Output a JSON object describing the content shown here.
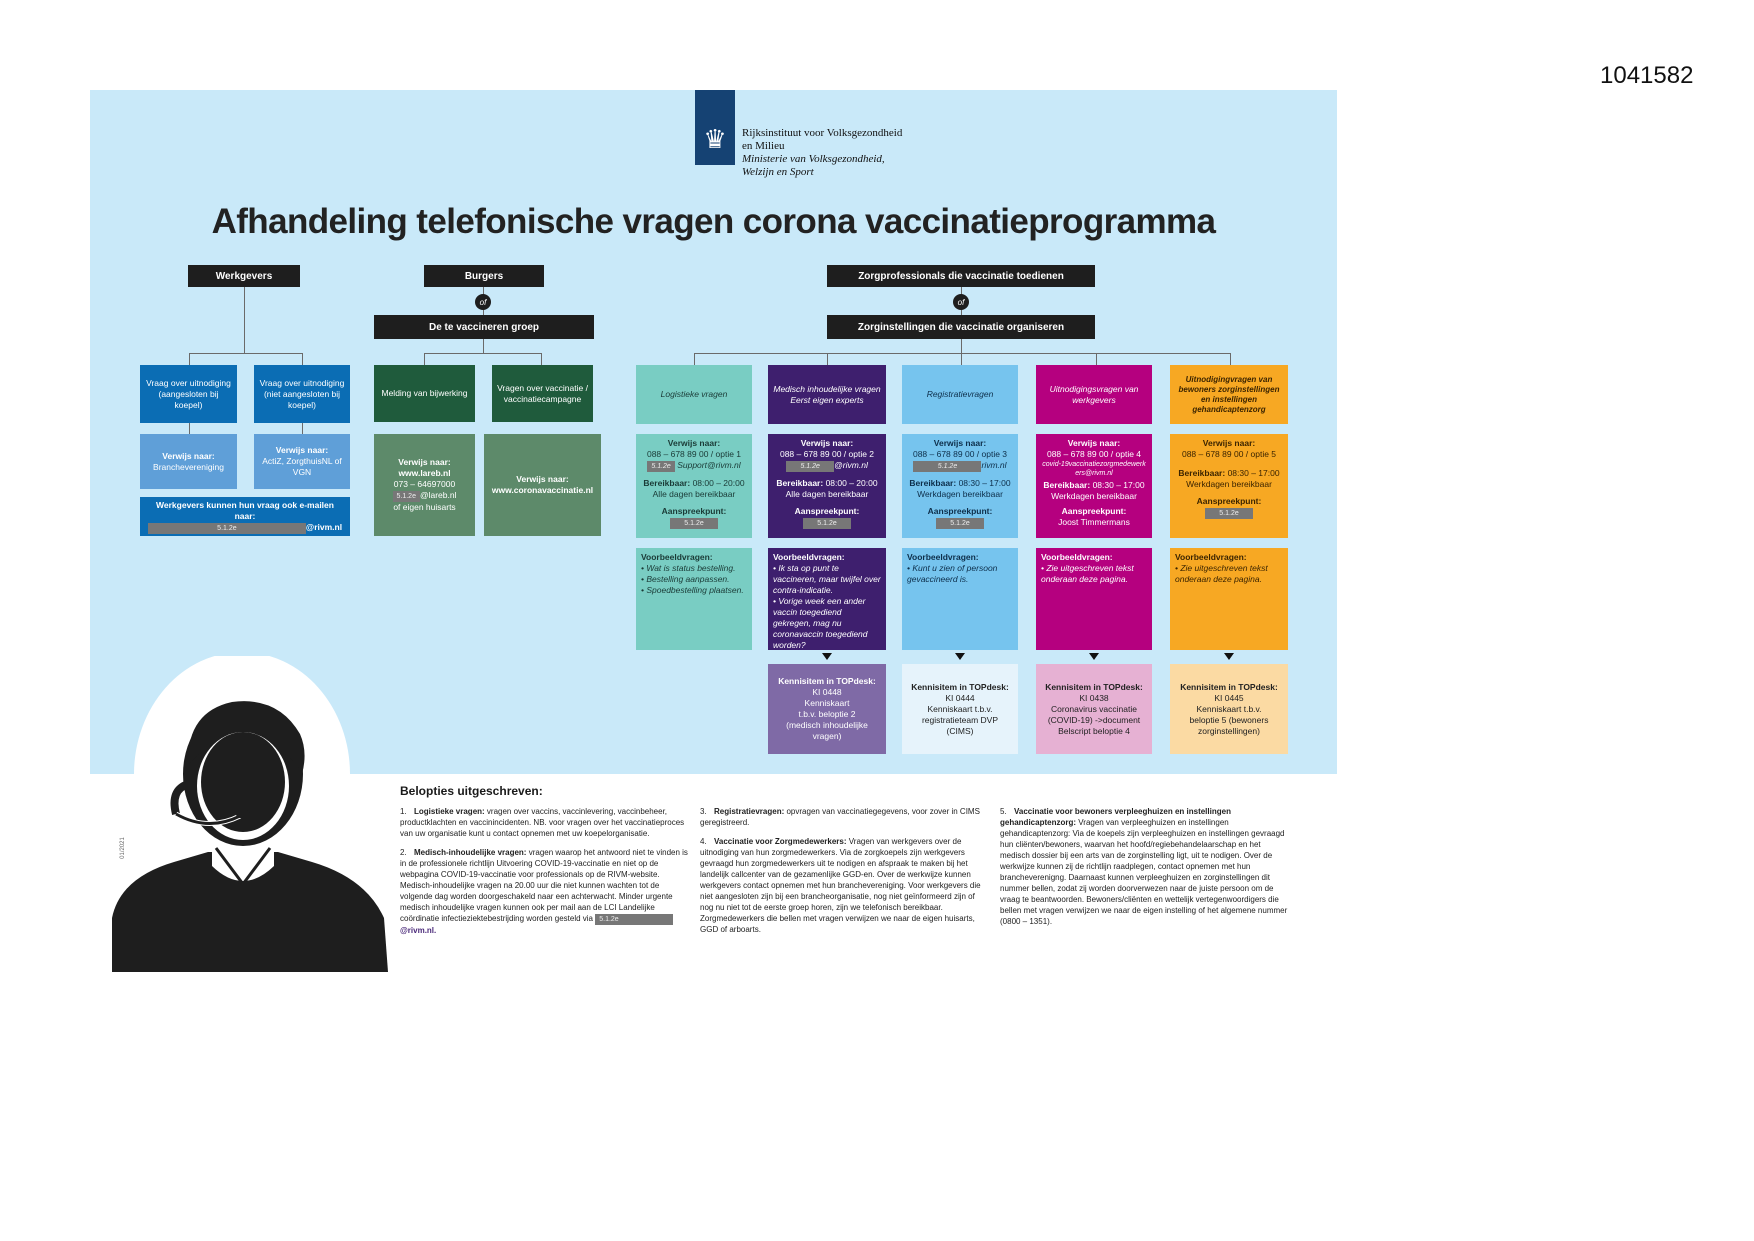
{
  "document_number": "1041582",
  "logo": {
    "line1": "Rijksinstituut voor Volksgezondheid",
    "line2": "en Milieu",
    "line3": "Ministerie van Volksgezondheid,",
    "line4": "Welzijn en Sport"
  },
  "title": "Afhandeling telefonische vragen corona vaccinatieprogramma",
  "headers": {
    "werkgevers": "Werkgevers",
    "burgers": "Burgers",
    "te_vaccineren": "De te vaccineren groep",
    "zorgprofessionals": "Zorgprofessionals die vaccinatie toedienen",
    "zorginstellingen": "Zorginstellingen die vaccinatie organiseren",
    "of": "of"
  },
  "werkgevers": {
    "box1": "Vraag over uitnodiging (aangesloten bij koepel)",
    "box2": "Vraag over uitnodiging (niet aangesloten bij koepel)",
    "ref1_label": "Verwijs naar:",
    "ref1_value": "Branchevereniging",
    "ref2_label": "Verwijs naar:",
    "ref2_value": "ActiZ, ZorgthuisNL of VGN",
    "mail_text": "Werkgevers kunnen hun vraag ook e-mailen naar:",
    "mail_redact": "5.1.2e",
    "mail_domain": "@rivm.nl"
  },
  "burgers": {
    "box1": "Melding van bijwerking",
    "box2": "Vragen over vaccinatie / vaccinatiecampagne",
    "ref1_label": "Verwijs naar:",
    "ref1_l1": "www.lareb.nl",
    "ref1_l2": "073 – 64697000",
    "ref1_l3": "@lareb.nl",
    "ref1_redact": "5.1.2e",
    "ref1_l4": "of eigen huisarts",
    "ref2_label": "Verwijs naar:",
    "ref2_value": "www.coronavaccinatie.nl"
  },
  "options": [
    {
      "title": "Logistieke vragen",
      "ref_label": "Verwijs naar:",
      "ref_value": "088 – 678 89 00 / optie 1",
      "ref_extra": "Support@rivm.nl",
      "ref_redact": "5.1.2e",
      "reach_label": "Bereikbaar:",
      "reach_value": "08:00 – 20:00",
      "reach_extra": "Alle dagen bereikbaar",
      "contact_label": "Aanspreekpunt:",
      "contact_value": "5.1.2e",
      "examples_label": "Voorbeeldvragen:",
      "examples": [
        "• Wat is status bestelling.",
        "• Bestelling aanpassen.",
        "• Spoedbestelling plaatsen."
      ]
    },
    {
      "title": "Medisch inhoudelijke vragen Eerst eigen experts",
      "ref_label": "Verwijs naar:",
      "ref_value": "088 – 678 89 00 / optie 2",
      "ref_extra": "@rivm.nl",
      "ref_redact": "5.1.2e",
      "reach_label": "Bereikbaar:",
      "reach_value": "08:00 – 20:00",
      "reach_extra": "Alle dagen bereikbaar",
      "contact_label": "Aanspreekpunt:",
      "contact_value": "5.1.2e",
      "examples_label": "Voorbeeldvragen:",
      "examples": [
        "• Ik sta op punt te vaccineren, maar twijfel over contra-indicatie.",
        "• Vorige week een ander vaccin toegediend gekregen, mag nu coronavaccin toegediend worden?"
      ],
      "kennis_title": "Kennisitem in TOPdesk:",
      "kennis_lines": [
        "KI 0448",
        "Kenniskaart",
        "t.b.v. beloptie 2",
        "(medisch inhoudelijke vragen)"
      ]
    },
    {
      "title": "Registratievragen",
      "ref_label": "Verwijs naar:",
      "ref_value": "088 – 678 89 00 / optie 3",
      "ref_extra": "rivm.nl",
      "ref_redact": "5.1.2e",
      "reach_label": "Bereikbaar:",
      "reach_value": "08:30 – 17:00",
      "reach_extra": "Werkdagen bereikbaar",
      "contact_label": "Aanspreekpunt:",
      "contact_value": "5.1.2e",
      "examples_label": "Voorbeeldvragen:",
      "examples": [
        "• Kunt u zien of persoon gevaccineerd is."
      ],
      "kennis_title": "Kennisitem in TOPdesk:",
      "kennis_lines": [
        "KI 0444",
        "Kenniskaart t.b.v.",
        "registratieteam DVP",
        "(CIMS)"
      ]
    },
    {
      "title": "Uitnodigingsvragen van werkgevers",
      "ref_label": "Verwijs naar:",
      "ref_value": "088 – 678 89 00 / optie 4",
      "ref_extra": "covid-19vaccinatiezorgmedewerkers@rivm.nl",
      "reach_label": "Bereikbaar:",
      "reach_value": "08:30 – 17:00",
      "reach_extra": "Werkdagen bereikbaar",
      "contact_label": "Aanspreekpunt:",
      "contact_value": "Joost Timmermans",
      "examples_label": "Voorbeeldvragen:",
      "examples": [
        "• Zie uitgeschreven tekst onderaan deze pagina."
      ],
      "kennis_title": "Kennisitem in TOPdesk:",
      "kennis_lines": [
        "KI 0438",
        "Coronavirus vaccinatie",
        "(COVID-19) ->document",
        "Belscript beloptie 4"
      ]
    },
    {
      "title": "Uitnodigingvragen van bewoners zorginstellingen en instellingen gehandicaptenzorg",
      "ref_label": "Verwijs naar:",
      "ref_value": "088 – 678 89 00 / optie 5",
      "reach_label": "Bereikbaar:",
      "reach_value": "08:30 – 17:00",
      "reach_extra": "Werkdagen bereikbaar",
      "contact_label": "Aanspreekpunt:",
      "contact_value": "5.1.2e",
      "examples_label": "Voorbeeldvragen:",
      "examples": [
        "• Zie uitgeschreven tekst onderaan deze pagina."
      ],
      "kennis_title": "Kennisitem in TOPdesk:",
      "kennis_lines": [
        "KI 0445",
        "Kenniskaart t.b.v.",
        "beloptie 5 (bewoners",
        "zorginstellingen)"
      ]
    }
  ],
  "colors": {
    "panel": "#c9e9f9",
    "teal": "#79cdc3",
    "purple": "#3e1f6e",
    "lightblue": "#76c4ee",
    "magenta": "#b5007f",
    "orange": "#f7a823",
    "blue": "#0b6db4",
    "green": "#1f5b3c"
  },
  "belopties": {
    "title": "Belopties uitgeschreven:",
    "items": [
      {
        "num": "1.",
        "head": "Logistieke vragen:",
        "text": "vragen over vaccins, vaccinlevering, vaccinbeheer, productklachten en vaccinincidenten. NB. voor vragen over het vaccinatieproces van uw organisatie kunt u contact opnemen met uw koepelorganisatie."
      },
      {
        "num": "2.",
        "head": "Medisch-inhoudelijke vragen:",
        "text": "vragen waarop het antwoord niet te vinden is in de professionele richtlijn Uitvoering COVID-19-vaccinatie en niet op de webpagina COVID-19-vaccinatie voor professionals op de RIVM-website. Medisch-inhoudelijke vragen na 20.00 uur die niet kunnen wachten tot de volgende dag worden doorgeschakeld naar een achterwacht. Minder urgente medisch inhoudelijke vragen kunnen ook per mail aan de LCI Landelijke coördinatie infectieziektebestrijding worden gesteld via",
        "redact": "5.1.2e",
        "tail": "@rivm.nl."
      },
      {
        "num": "3.",
        "head": "Registratievragen:",
        "text": "opvragen van vaccinatiegegevens, voor zover in CIMS geregistreerd."
      },
      {
        "num": "4.",
        "head": "Vaccinatie voor Zorgmedewerkers:",
        "text": "Vragen van werkgevers over de uitnodiging van hun zorgmedewerkers. Via de zorgkoepels zijn werkgevers gevraagd hun zorgmedewerkers uit te nodigen en afspraak te maken bij het landelijk callcenter van de gezamenlijke GGD-en. Over de werkwijze kunnen werkgevers contact opnemen met hun branchevereniging. Voor werkgevers die niet aangesloten zijn bij een brancheorganisatie, nog niet geïnformeerd zijn of nog nu niet tot de eerste groep horen, zijn we telefonisch bereikbaar. Zorgmedewerkers die bellen met vragen verwijzen we naar de eigen huisarts, GGD of arboarts."
      },
      {
        "num": "5.",
        "head": "Vaccinatie voor bewoners verpleeghuizen en instellingen gehandicaptenzorg:",
        "text": "Vragen van verpleeghuizen en instellingen gehandicaptenzorg: Via de koepels zijn verpleeghuizen en instellingen gevraagd hun cliënten/bewoners, waarvan het hoofd/regiebehandelaarschap en het medisch dossier bij een arts van de zorginstelling ligt, uit te nodigen. Over de werkwijze kunnen zij de richtlijn raadplegen, contact opnemen met hun brancheverenigng. Daarnaast kunnen verpleeghuizen en zorginstellingen dit nummer bellen, zodat zij worden doorverwezen naar de juiste persoon om de vraag te beantwoorden. Bewoners/cliënten en wettelijk vertegenwoordigers die bellen met vragen verwijzen we naar de eigen instelling of het algemene nummer (0800 – 1351)."
      }
    ]
  },
  "side_number": "01/2021"
}
